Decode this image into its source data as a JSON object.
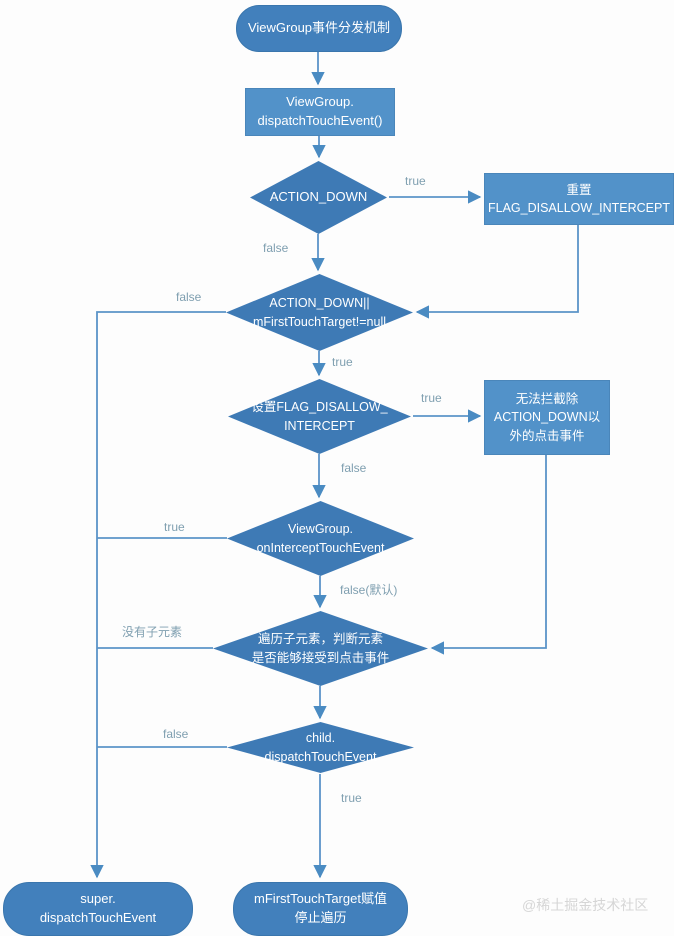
{
  "colors": {
    "background": "#fdfdfd",
    "diamond": "#3e7ab5",
    "rect": "#5292c9",
    "pill": "#4280bc",
    "line": "#5b94c8",
    "arrow": "#4a8bc2",
    "label": "#7f9fb0",
    "node_text": "#ffffff",
    "watermark": "#d6d6d6"
  },
  "nodes": {
    "start": {
      "label": "ViewGroup事件分发机制"
    },
    "dispatch_touch_event": {
      "label": "ViewGroup.\ndispatchTouchEvent()"
    },
    "action_down": {
      "label": "ACTION_DOWN"
    },
    "reset_flag": {
      "label": "重置\nFLAG_DISALLOW_INTERCEPT"
    },
    "action_down_or_target": {
      "label": "ACTION_DOWN||\nmFirstTouchTarget!=null"
    },
    "set_flag": {
      "label": "设置FLAG_DISALLOW_\nINTERCEPT"
    },
    "cannot_intercept": {
      "label": "无法拦截除\nACTION_DOWN以\n外的点击事件"
    },
    "on_intercept_touch_event": {
      "label": "ViewGroup.\nonInterceptTouchEvent"
    },
    "traverse_children": {
      "label": "遍历子元素，判断元素\n是否能够接受到点击事件"
    },
    "child_dispatch": {
      "label": "child.\ndispatchTouchEvent"
    },
    "super_dispatch": {
      "label": "super.\ndispatchTouchEvent"
    },
    "assign_target": {
      "label": "mFirstTouchTarget赋值\n停止遍历"
    }
  },
  "edge_labels": {
    "action_down_true": "true",
    "action_down_false": "false",
    "or_target_false": "false",
    "or_target_true": "true",
    "set_flag_true": "true",
    "set_flag_false": "false",
    "on_intercept_true": "true",
    "on_intercept_false_default": "false(默认)",
    "traverse_no_children": "没有子元素",
    "child_dispatch_false": "false",
    "child_dispatch_true": "true"
  },
  "watermark": "@稀土掘金技术社区"
}
